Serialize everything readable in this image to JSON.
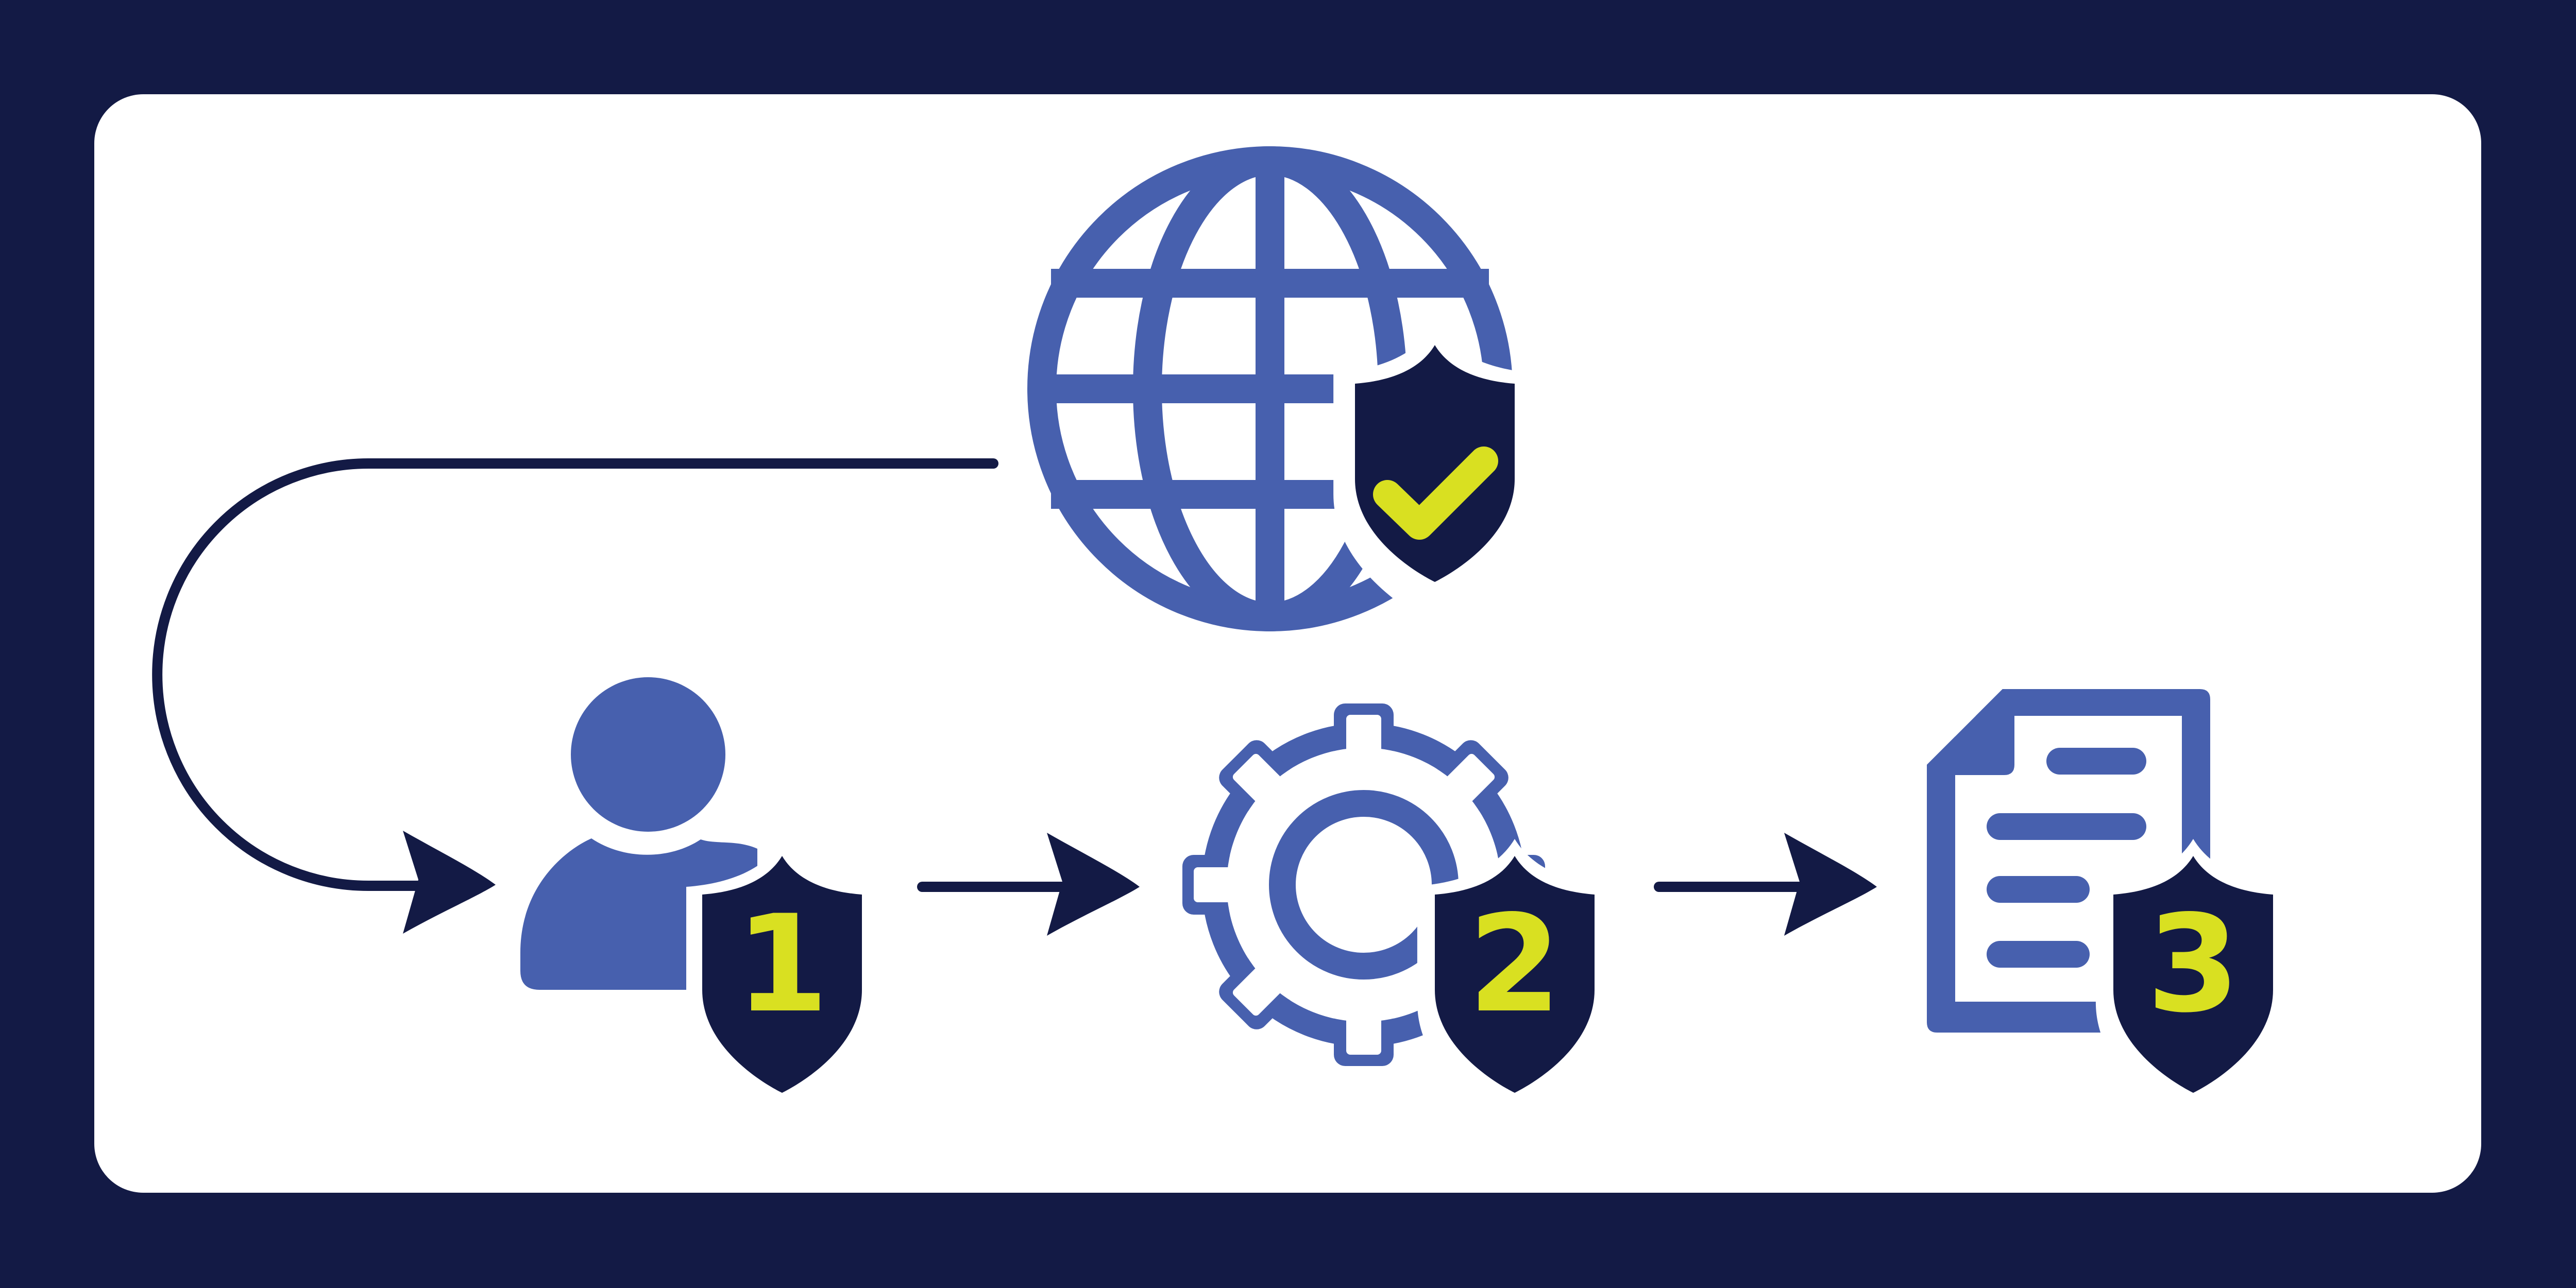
{
  "colors": {
    "frame": "#131a45",
    "card": "#ffffff",
    "icon_blue": "#4760ae",
    "shield_navy": "#131a45",
    "accent_yellow": "#d9e021",
    "arrow": "#131a45"
  },
  "steps": [
    {
      "icon": "user-icon",
      "badge_number": "1"
    },
    {
      "icon": "gear-icon",
      "badge_number": "2"
    },
    {
      "icon": "document-icon",
      "badge_number": "3"
    }
  ],
  "top_node": {
    "icon": "globe-icon",
    "badge_icon": "check-icon"
  }
}
